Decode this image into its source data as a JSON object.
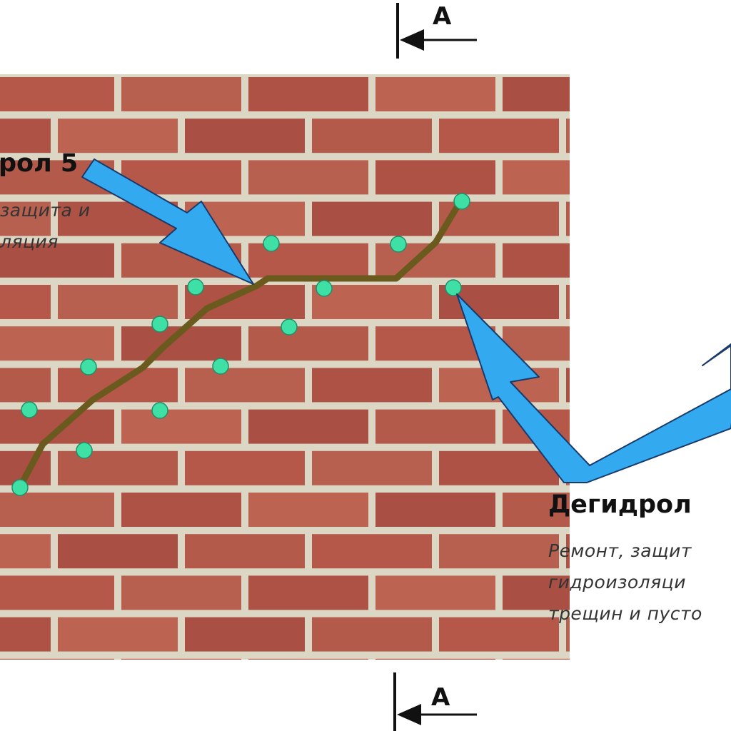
{
  "section_marker": {
    "label": "A"
  },
  "callout_left": {
    "title": "рол 5",
    "desc_lines": [
      "защита и",
      "ляция"
    ]
  },
  "callout_right": {
    "title": "Дегидрол",
    "desc_lines": [
      "Ремонт, защит",
      "гидроизоляци",
      "трещин и пусто"
    ]
  },
  "colors": {
    "brick": "#b5584a",
    "mortar": "#dcd7c4",
    "crack": "#6b5a1e",
    "injection_point": "#3fe0a6",
    "arrow": "#33aaf0"
  }
}
